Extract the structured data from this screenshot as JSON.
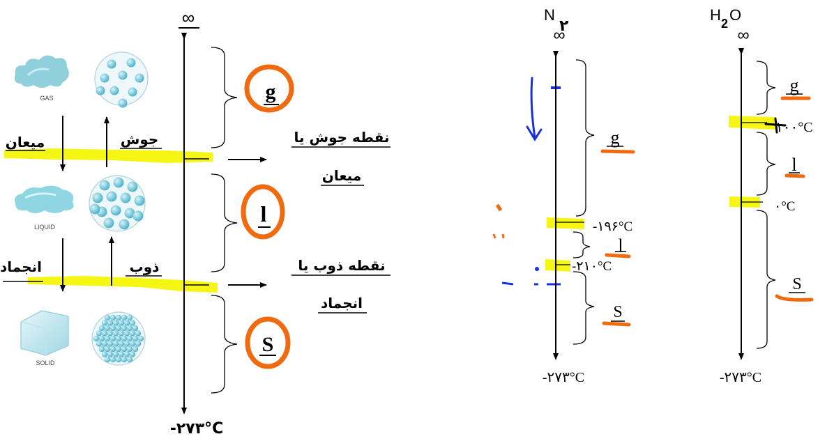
{
  "colors": {
    "highlight": "#f5f500",
    "orange": "#f06a10",
    "ink": "#000000",
    "blue": "#1630e0",
    "cloud": "#7fcad6",
    "particle": "#6cc4d9"
  },
  "left": {
    "top_label": "∞",
    "bottom_label": "-۲۷۳°C",
    "phase_images": [
      "GAS",
      "LIQUID",
      "SOLID"
    ],
    "transitions": {
      "condense": "میعان",
      "boil": "جوش",
      "freeze": "انجماد",
      "melt": "ذوب"
    },
    "phases": [
      "g",
      "l",
      "S"
    ],
    "boiling_point": {
      "line1": "نقطه جوش یا",
      "line2": "میعان"
    },
    "melting_point": {
      "line1": "نقطه ذوب یا",
      "line2": "انجماد"
    }
  },
  "n2": {
    "formula_main": "N",
    "formula_sub": "۲",
    "top_label": "∞",
    "bottom_label": "-۲۷۳°C",
    "boiling_label": "-۱۹۶°C",
    "melting_label": "-۲۱۰°C",
    "phases": [
      "g",
      "l",
      "S"
    ]
  },
  "h2o": {
    "formula_h": "H",
    "formula_sub": "2",
    "formula_o": "O",
    "top_label": "∞",
    "bottom_label": "-۲۷۳°C",
    "boiling_label": "۱۰۰°C",
    "melting_label": "۰°C",
    "phases": [
      "g",
      "l",
      "S"
    ]
  }
}
